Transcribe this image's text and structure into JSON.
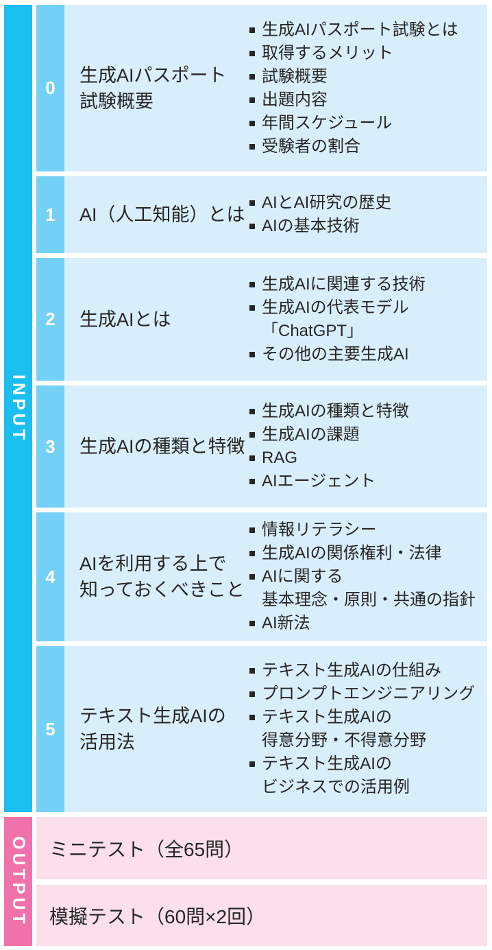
{
  "colors": {
    "input_bar": "#1BBEEF",
    "chapter_number_bg": "#74D0F4",
    "chapter_row_bg": "#D9EEFB",
    "output_bar": "#F172AB",
    "output_row_bg": "#FBDFEB",
    "text": "#262626",
    "label_text": "#FFFFFF",
    "page_bg": "#FFFFFF"
  },
  "input_section": {
    "label": "INPUT",
    "rows": [
      {
        "number": "0",
        "title_lines": [
          "生成AIパスポート",
          "試験概要"
        ],
        "bullets": [
          [
            "生成AIパスポート試験とは"
          ],
          [
            "取得するメリット"
          ],
          [
            "試験概要"
          ],
          [
            "出題内容"
          ],
          [
            "年間スケジュール"
          ],
          [
            "受験者の割合"
          ]
        ]
      },
      {
        "number": "1",
        "title_lines": [
          "AI（人工知能）とは"
        ],
        "bullets": [
          [
            "AIとAI研究の歴史"
          ],
          [
            "AIの基本技術"
          ]
        ]
      },
      {
        "number": "2",
        "title_lines": [
          "生成AIとは"
        ],
        "bullets": [
          [
            "生成AIに関連する技術"
          ],
          [
            "生成AIの代表モデル",
            "「ChatGPT」"
          ],
          [
            "その他の主要生成AI"
          ]
        ]
      },
      {
        "number": "3",
        "title_lines": [
          "生成AIの種類と特徴"
        ],
        "bullets": [
          [
            "生成AIの種類と特徴"
          ],
          [
            "生成AIの課題"
          ],
          [
            "RAG"
          ],
          [
            "AIエージェント"
          ]
        ]
      },
      {
        "number": "4",
        "title_lines": [
          "AIを利用する上で",
          "知っておくべきこと"
        ],
        "bullets": [
          [
            "情報リテラシー"
          ],
          [
            "生成AIの関係権利・法律"
          ],
          [
            "AIに関する",
            "基本理念・原則・共通の指針"
          ],
          [
            "AI新法"
          ]
        ]
      },
      {
        "number": "5",
        "title_lines": [
          "テキスト生成AIの",
          "活用法"
        ],
        "bullets": [
          [
            "テキスト生成AIの仕組み"
          ],
          [
            "プロンプトエンジニアリング"
          ],
          [
            "テキスト生成AIの",
            "得意分野・不得意分野"
          ],
          [
            "テキスト生成AIの",
            "ビジネスでの活用例"
          ]
        ]
      }
    ]
  },
  "output_section": {
    "label": "OUTPUT",
    "rows": [
      {
        "text": "ミニテスト（全65問）"
      },
      {
        "text": "模擬テスト（60問×2回）"
      }
    ]
  }
}
